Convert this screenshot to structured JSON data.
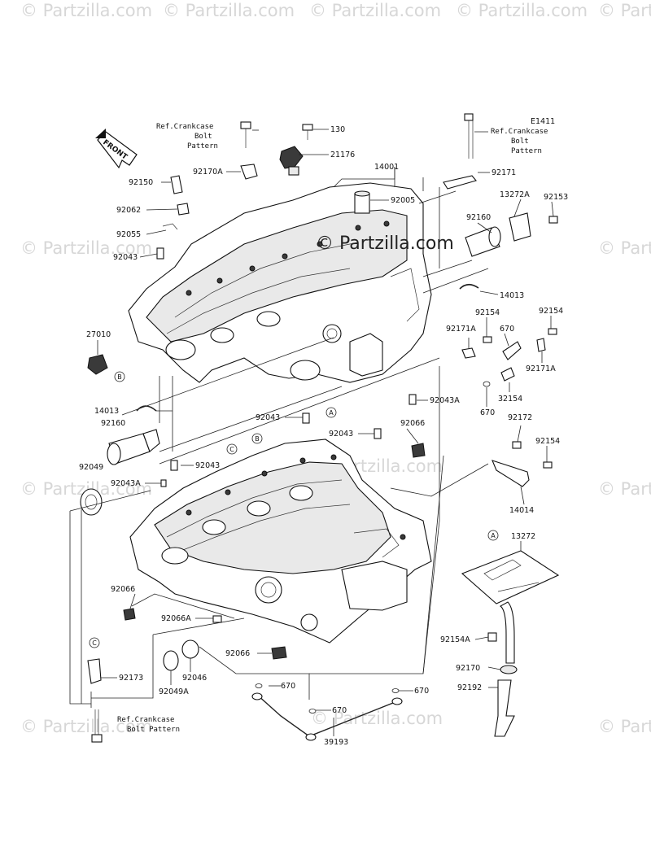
{
  "diagram": {
    "code": "E1411",
    "front_label": "FRONT",
    "brand_watermark": "© Partzilla.com",
    "side_watermark": "© Partzilla.com",
    "refs": {
      "top_left": [
        "Ref.Crankcase",
        "Bolt",
        "Pattern"
      ],
      "top_right": [
        "Ref.Crankcase",
        "Bolt",
        "Pattern"
      ],
      "bottom": [
        "Ref.Crankcase",
        "Bolt Pattern"
      ]
    },
    "markers": {
      "a": "A",
      "b": "B",
      "c": "C"
    },
    "labels": {
      "l130": "130",
      "l21176": "21176",
      "l14001": "14001",
      "l92171": "92171",
      "l92150": "92150",
      "l92170a": "92170A",
      "l92005": "92005",
      "l13272a": "13272A",
      "l92153": "92153",
      "l92062": "92062",
      "l92160t": "92160",
      "l92055": "92055",
      "l92043a": "92043",
      "l14013r": "14013",
      "l27010": "27010",
      "l92154a": "92154",
      "l92154b": "92154",
      "l92171a": "92171A",
      "l670a": "670",
      "l92171b": "92171A",
      "l32154": "32154",
      "l92043ar": "92043A",
      "l14013l": "14013",
      "l670b": "670",
      "l92160l": "92160",
      "l92043b": "92043",
      "l92043c": "92043",
      "l92066a": "92066",
      "l92172": "92172",
      "l92154c": "92154",
      "l92049": "92049",
      "l92043d": "92043",
      "l92043al": "92043A",
      "l14014": "14014",
      "l13272": "13272",
      "l92066b": "92066",
      "l92066al": "92066A",
      "l92154al": "92154A",
      "l92066c": "92066",
      "l92046": "92046",
      "l92173": "92173",
      "l92170": "92170",
      "l92049a": "92049A",
      "l670c": "670",
      "l670d": "670",
      "l92192": "92192",
      "l670e": "670",
      "l39193": "39193"
    }
  }
}
